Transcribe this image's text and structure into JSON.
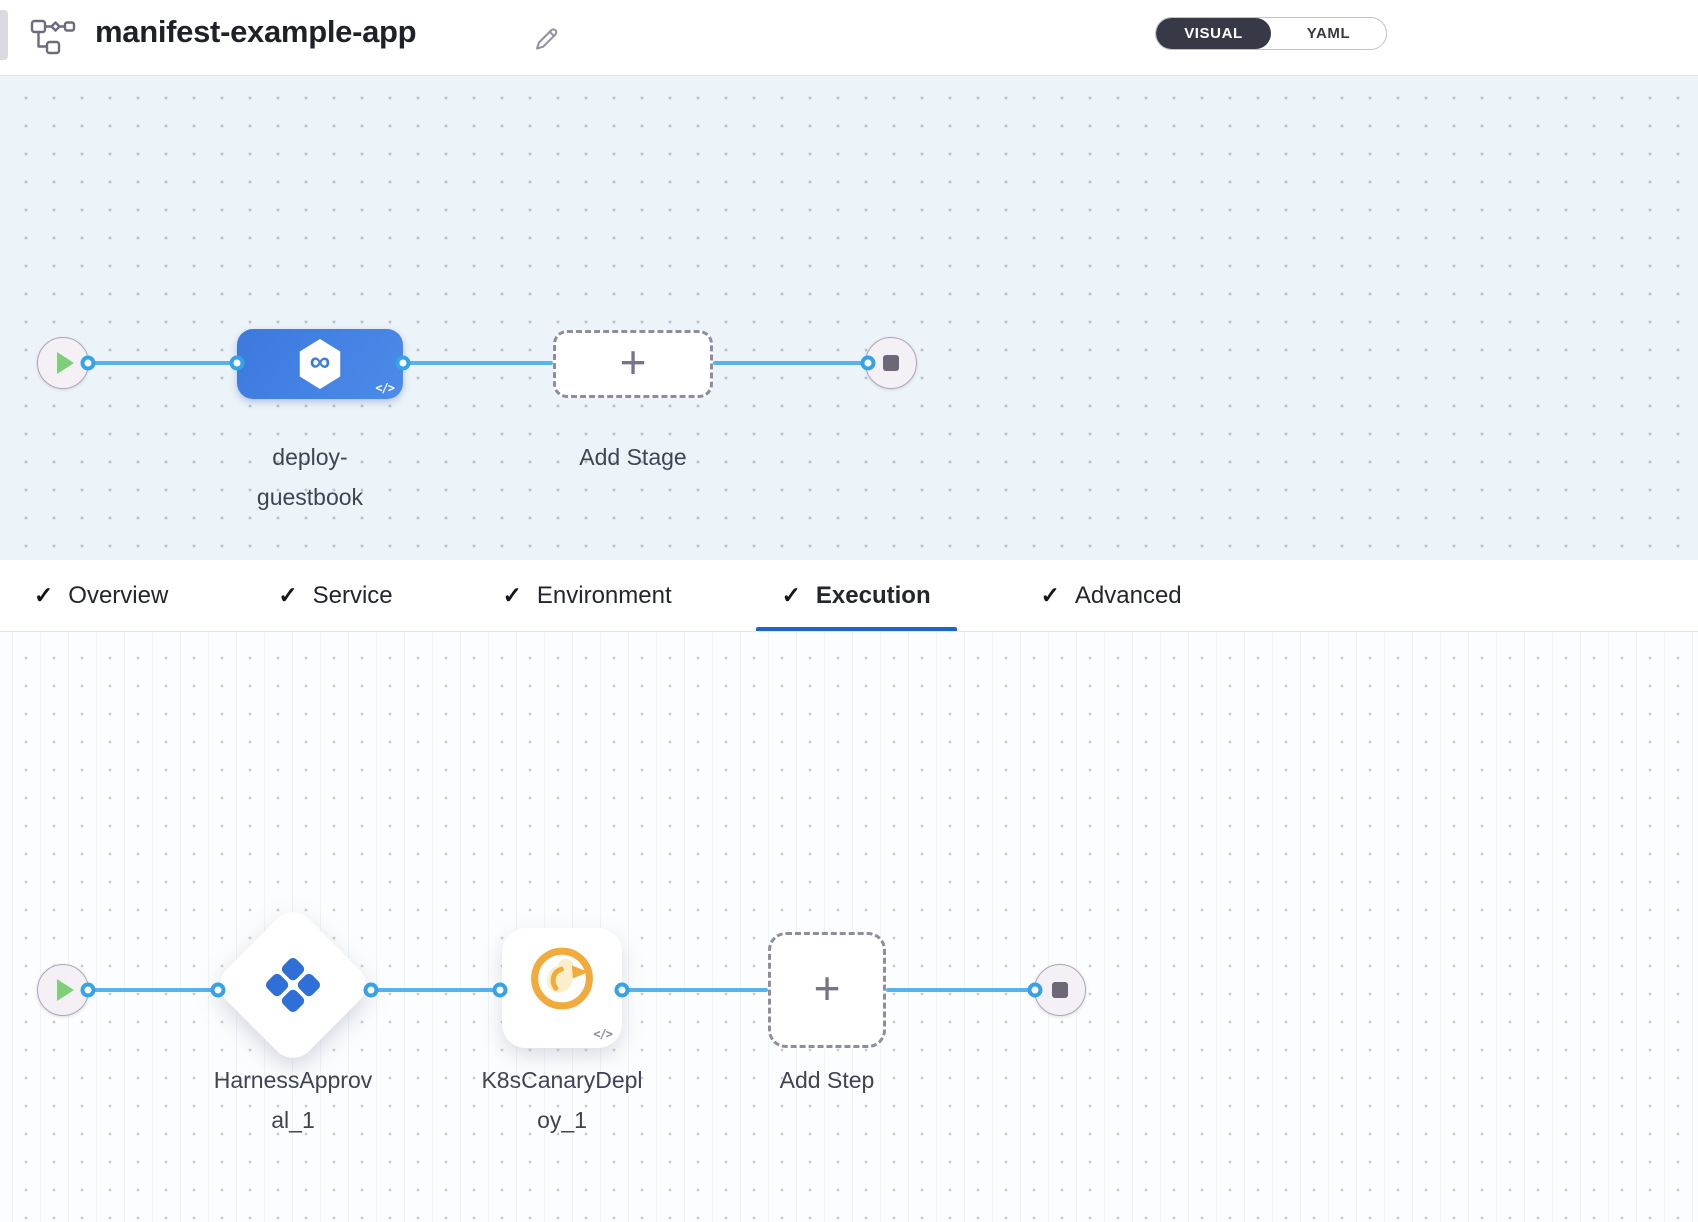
{
  "header": {
    "title": "manifest-example-app",
    "toggle": {
      "visual_label": "VISUAL",
      "yaml_label": "YAML",
      "active": "VISUAL"
    }
  },
  "icons": {
    "check": "✓",
    "plus": "+",
    "code_badge": "</>",
    "infinity": "∞"
  },
  "stage_pipeline": {
    "stage_name_line1": "deploy-",
    "stage_name_line2": "guestbook",
    "add_stage_label": "Add Stage"
  },
  "tabs": [
    {
      "label": "Overview",
      "active": false
    },
    {
      "label": "Service",
      "active": false
    },
    {
      "label": "Environment",
      "active": false
    },
    {
      "label": "Execution",
      "active": true
    },
    {
      "label": "Advanced",
      "active": false
    }
  ],
  "execution_pipeline": {
    "step1_name_line1": "HarnessApprov",
    "step1_name_line2": "al_1",
    "step2_name_line1": "K8sCanaryDepl",
    "step2_name_line2": "oy_1",
    "add_step_label": "Add Step"
  },
  "colors": {
    "connector": "#58B3EA",
    "stage_node_blue": "#3F7FE0",
    "active_tab_underline": "#2064C7",
    "toggle_active_bg": "#383946",
    "approval_icon_blue": "#2E6FD8",
    "canary_icon_orange": "#F0AB3C",
    "play_triangle_green": "#7FCF78"
  }
}
